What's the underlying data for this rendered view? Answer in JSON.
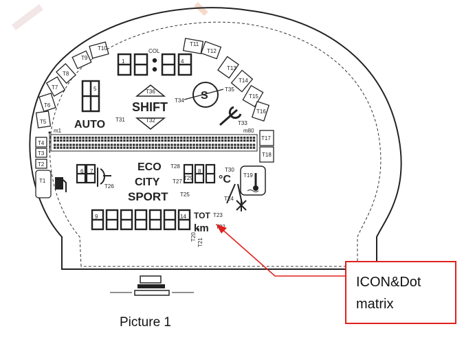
{
  "callout": {
    "line1": "ICON&Dot",
    "line2": "matrix"
  },
  "caption": "Picture 1",
  "labels": {
    "col": "COL",
    "d1": "1",
    "d4": "4",
    "d5": "5",
    "d6": "6",
    "d7": "7",
    "d8": "8",
    "d9": "9",
    "d14": "14",
    "t1": "T1",
    "t2": "T2",
    "t3": "T3",
    "t4": "T4",
    "t5": "T5",
    "t6": "T6",
    "t7": "T7",
    "t8": "T8",
    "t9": "T9",
    "t10": "T10",
    "t11": "T11",
    "t12": "T12",
    "t13": "T13",
    "t14": "T14",
    "t15": "T15",
    "t16": "T16",
    "t17": "T17",
    "t18": "T18",
    "t19": "T19",
    "t20": "T20",
    "t21": "T21",
    "t22": "T22",
    "t23": "T23",
    "t24": "T24",
    "t25": "T25",
    "t26": "T26",
    "t27": "T27",
    "t28": "T28",
    "t29": "T29",
    "t30": "T30",
    "t31": "T31",
    "t32": "T32",
    "t33": "T33",
    "t34": "T34",
    "t35": "T35",
    "t36": "T36",
    "m1": "m1",
    "m80": "m80",
    "shift": "SHIFT",
    "auto": "AUTO",
    "eco": "ECO",
    "city": "CITY",
    "sport": "SPORT",
    "tot": "TOT",
    "km": "km",
    "celsius": "°C",
    "s": "S"
  },
  "colors": {
    "callout_border": "#e0201c",
    "arrow": "#e0201c",
    "stroke": "#222222"
  }
}
